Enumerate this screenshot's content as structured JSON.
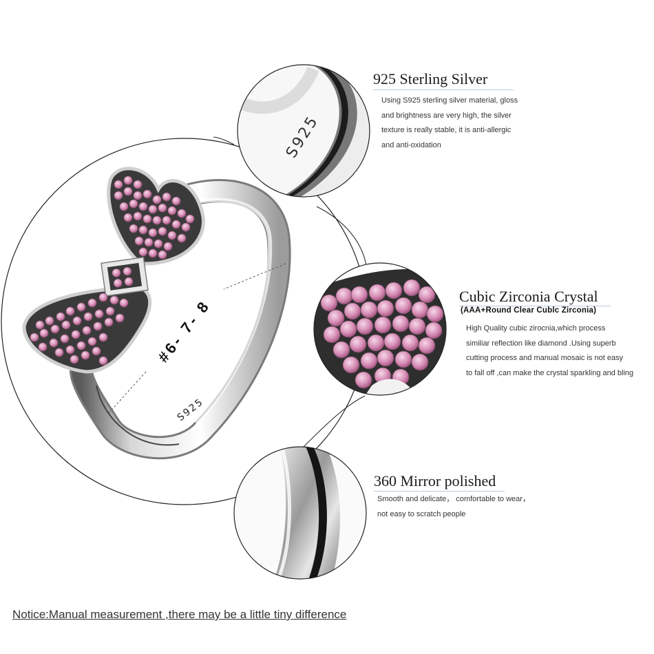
{
  "features": [
    {
      "title": "925 Sterling Silver",
      "lines": [
        "Using S925 sterling silver material, gloss",
        "and brightness are very high, the silver",
        "texture is really stable, it is anti-allergic",
        "and anti-oxidation"
      ]
    },
    {
      "title": "Cubic Zirconia Crystal",
      "subtitle": "(AAA+Round Clear Cublc Zirconia)",
      "lines": [
        "High Quality cubic zirocnia,which process",
        "similiar reflection like diamond .Using superb",
        "cutting process and manual mosaic is not easy",
        "to fall off ,can make the crystal sparkling and bling"
      ]
    },
    {
      "title": "360 Mirror polished",
      "lines": [
        "Smooth and delicate， comfortable to wear，",
        "not easy to scratch people"
      ]
    }
  ],
  "ring": {
    "size_label": "#6- 7- 8",
    "stamp": "S925",
    "detail_stamp": "S925"
  },
  "notice": "Notice:Manual measurement ,there may be a little tiny  difference"
}
